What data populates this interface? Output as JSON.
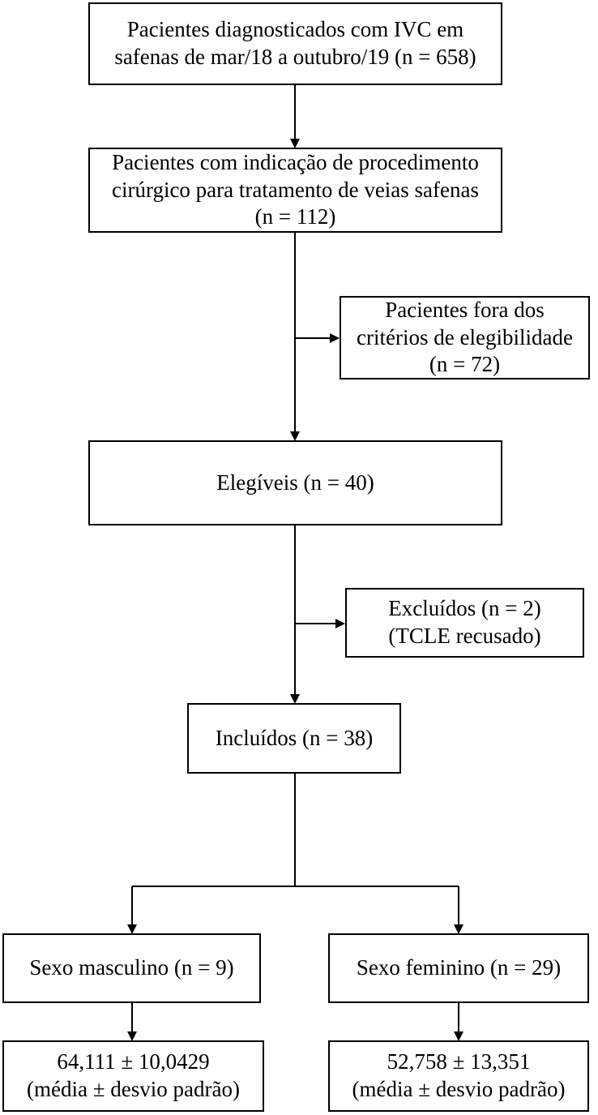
{
  "diagram": {
    "boxes": {
      "diagnosed": {
        "line1": "Pacientes diagnosticados com IVC em",
        "line2": "safenas de mar/18 a outubro/19 (n = 658)"
      },
      "indication": {
        "line1": "Pacientes com indicação de procedimento",
        "line2": "cirúrgico para tratamento de veias safenas",
        "line3": "(n = 112)"
      },
      "ineligible": {
        "line1": "Pacientes fora dos",
        "line2": "critérios de elegibilidade",
        "line3": "(n = 72)"
      },
      "eligible": {
        "line1": "Elegíveis (n = 40)"
      },
      "excluded": {
        "line1": "Excluídos (n = 2)",
        "line2": "(TCLE recusado)"
      },
      "included": {
        "line1": "Incluídos (n = 38)"
      },
      "male": {
        "line1": "Sexo masculino (n = 9)"
      },
      "female": {
        "line1": "Sexo feminino (n = 29)"
      },
      "male_stats": {
        "line1": "64,111 ± 10,0429",
        "line2": "(média ± desvio padrão)"
      },
      "female_stats": {
        "line1": "52,758 ± 13,351",
        "line2": "(média ± desvio padrão)"
      }
    },
    "line_color": "#000000"
  }
}
